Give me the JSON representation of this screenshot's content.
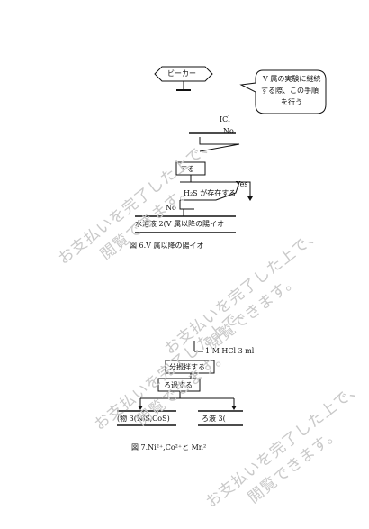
{
  "figure6": {
    "beaker": "ビーカー",
    "callout": [
      "V 属の実験に継続",
      "する際、この手順",
      "を行う"
    ],
    "hcl": "ICl",
    "no1": "No",
    "step": "する",
    "h2s": "H₂S が存在する",
    "yes": "Yes",
    "no2": "No",
    "filtrate": "水溶液 2(V 属以降の陽イオ",
    "caption": "図 6.V 属以降の陽イオ"
  },
  "figure7": {
    "reagent": "1 M HCl 3 ml",
    "stir": "分攪拌する",
    "filter": "ろ過する",
    "precipitate": "(物 3(NiS,CoS)",
    "filtrate": "ろ液 3(",
    "caption": "図 7.Ni²⁺,Co²⁺と Mn²"
  },
  "watermarks": [
    [
      "お支払いを完了した上で、",
      "閲覧できます。"
    ],
    [
      "お支払いを完了した上で、",
      "閲覧できます。"
    ],
    [
      "お支払いを完了した上で、",
      "閲覧できます。"
    ],
    [
      "お支払いを完了した上で、",
      "閲覧できます。"
    ]
  ]
}
